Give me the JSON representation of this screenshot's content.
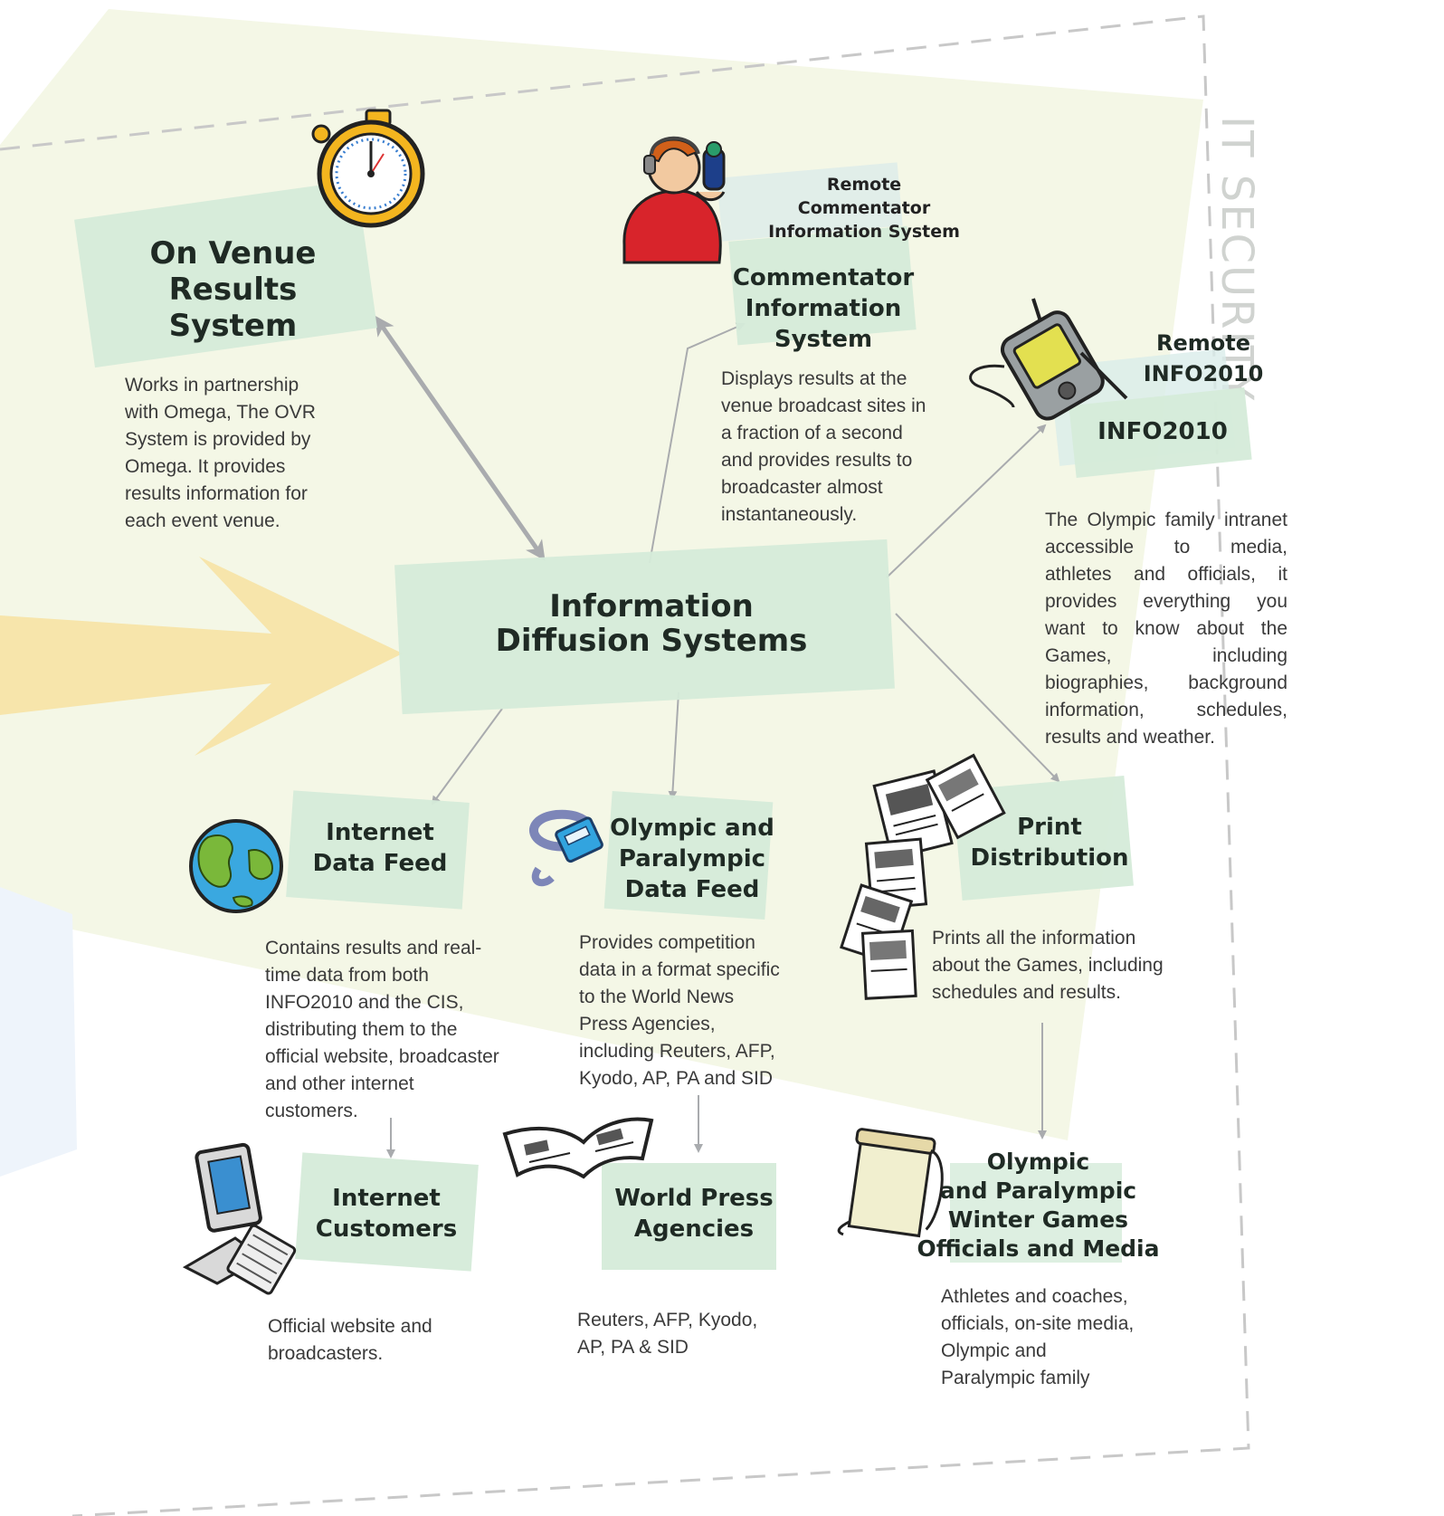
{
  "colors": {
    "box_fill": "#d5ebd9",
    "arrow": "#a9abae",
    "background_tint": "#f4f7e6",
    "big_arrow": "#f7e2a0",
    "dashed_border": "#c8c8c8",
    "security_label": "#d0d3d0"
  },
  "security_label": "IT SECURITY",
  "center": {
    "title": "Information\nDiffusion Systems"
  },
  "ovr": {
    "title": "On Venue\nResults\nSystem",
    "description": "Works in partnership\nwith Omega, The OVR\nSystem is provided by\nOmega. It provides\nresults information for\neach event venue.",
    "icon": "stopwatch-icon"
  },
  "cis": {
    "remote_label": "Remote Commentator\nInformation System",
    "title": "Commentator\nInformation System",
    "description": "Displays results at the\nvenue broadcast sites in\na fraction of a second\nand provides results to\nbroadcaster almost\ninstantaneously.",
    "icon": "commentator-icon"
  },
  "info2010": {
    "remote_label": "Remote\nINFO2010",
    "title": "INFO2010",
    "description": "The Olympic family intranet accessible to media, athletes and officials, it provides everything you want to know about the Games, including biographies, background information, schedules, results and weather.",
    "icon": "pda-icon"
  },
  "internet_feed": {
    "title": "Internet\nData Feed",
    "description": "Contains results and real-\ntime data from both\nINFO2010 and the CIS,\ndistributing them to the\nofficial website, broadcaster\nand other internet\ncustomers.",
    "icon": "globe-icon"
  },
  "olympic_feed": {
    "title": "Olympic and\nParalympic\nData Feed",
    "description": "Provides competition\ndata in a format specific\nto the World News\nPress Agencies,\nincluding Reuters, AFP,\nKyodo, AP, PA and SID",
    "icon": "network-cable-icon"
  },
  "print": {
    "title": "Print\nDistribution",
    "description": "Prints all the information\nabout the Games, including\nschedules and results.",
    "icon": "papers-icon"
  },
  "internet_customers": {
    "title": "Internet\nCustomers",
    "description": "Official website and\nbroadcasters.",
    "icon": "computer-icon"
  },
  "world_press": {
    "title": "World Press\nAgencies",
    "description": "Reuters, AFP, Kyodo,\nAP, PA & SID",
    "icon": "newspaper-icon"
  },
  "officials": {
    "title": "Olympic\nand Paralympic\nWinter Games\nOfficials and Media",
    "description": "Athletes and coaches,\nofficials, on-site media,\nOlympic and\nParalympic family",
    "icon": "notepad-icon"
  }
}
